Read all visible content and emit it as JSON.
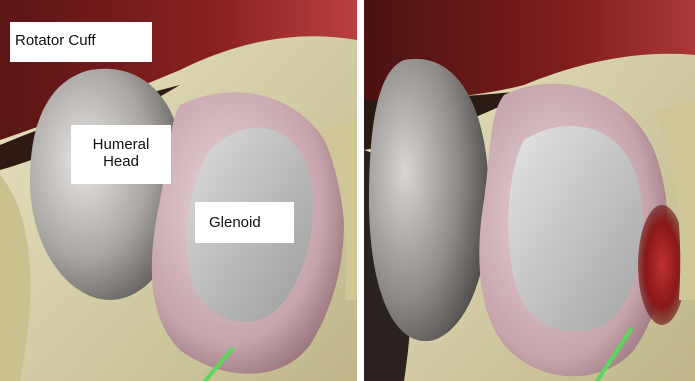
{
  "labels": {
    "rotator_cuff": "Rotator Cuff",
    "humeral_line1": "Humeral",
    "humeral_line2": "Head",
    "glenoid": "Glenoid"
  },
  "colors": {
    "rotator_cuff": "#8a1f1f",
    "bone_yellow": "#d6cfa3",
    "humeral_head": "#a9a6a3",
    "labrum": "#c9aab0",
    "glenoid_cartilage": "#c8c8c8",
    "tear": "#9e2020",
    "arrow": "#5cd65c"
  }
}
